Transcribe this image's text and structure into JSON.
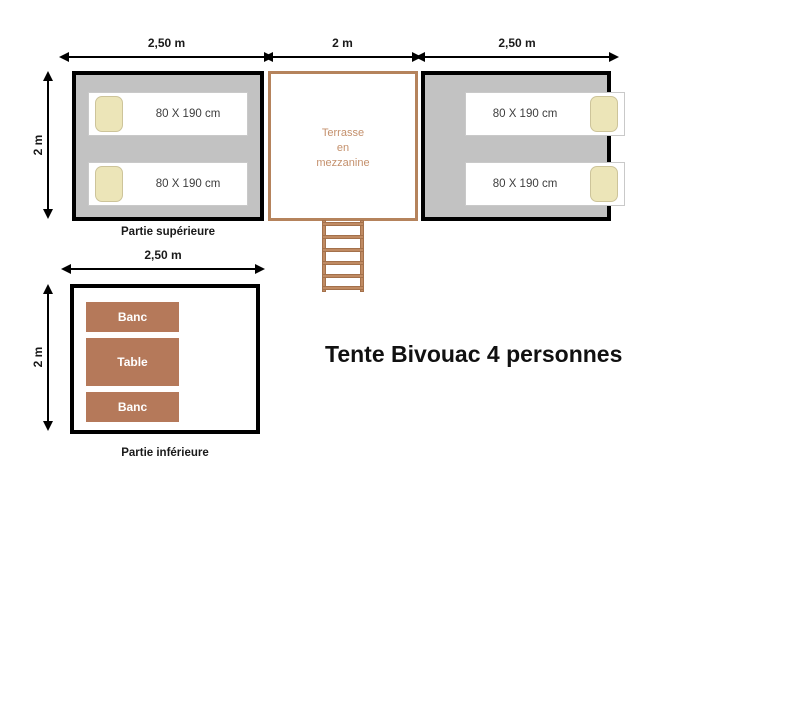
{
  "title": "Tente Bivouac 4 personnes",
  "colors": {
    "room_fill": "#c2c2c2",
    "room_border": "#000000",
    "bed_fill": "#ffffff",
    "pillow_fill": "#ece5b8",
    "terrace_border": "#b5835c",
    "terrace_text": "#c4906c",
    "furniture_fill": "#b5795a",
    "ladder": "#c08b63",
    "dimension_line": "#000000"
  },
  "dimensions": {
    "upper_left_width": "2,50 m",
    "terrace_width": "2 m",
    "upper_right_width": "2,50 m",
    "upper_height": "2 m",
    "lower_width": "2,50 m",
    "lower_height": "2 m"
  },
  "upper_part": {
    "caption": "Partie supérieure",
    "left_room": {
      "beds": [
        {
          "label": "80 X 190 cm",
          "pillow_side": "left"
        },
        {
          "label": "80 X 190 cm",
          "pillow_side": "left"
        }
      ]
    },
    "terrace": {
      "line1": "Terrasse",
      "line2": "en",
      "line3": "mezzanine"
    },
    "right_room": {
      "beds": [
        {
          "label": "80 X 190 cm",
          "pillow_side": "right"
        },
        {
          "label": "80 X 190 cm",
          "pillow_side": "right"
        }
      ]
    },
    "ladder": {
      "rungs": 6
    }
  },
  "lower_part": {
    "caption": "Partie inférieure",
    "furniture": [
      {
        "label": "Banc"
      },
      {
        "label": "Table"
      },
      {
        "label": "Banc"
      }
    ]
  }
}
